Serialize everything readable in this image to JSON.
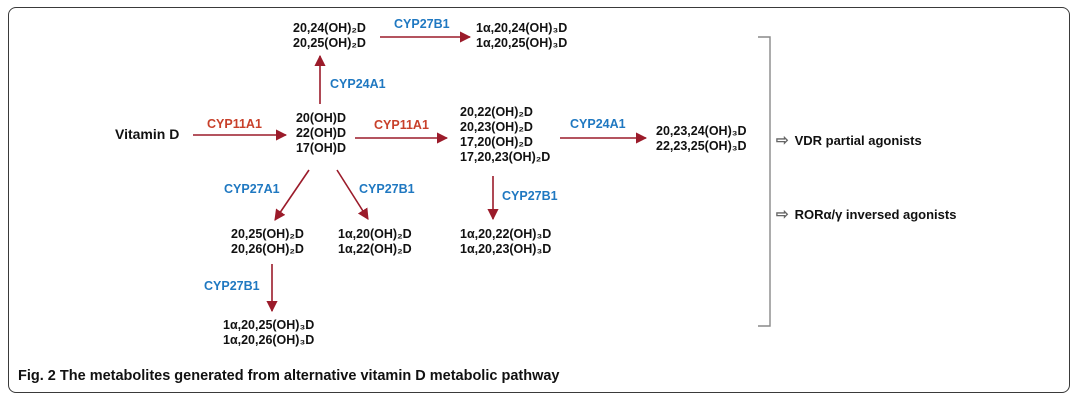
{
  "colors": {
    "arrow": "#9b1b2a",
    "cyp11a1": "#c8402a",
    "cyp_blue": "#1f78c1",
    "text": "#111111",
    "bracket": "#888888"
  },
  "start": "Vitamin D",
  "center": {
    "lines": [
      "20(OH)D",
      "22(OH)D",
      "17(OH)D"
    ]
  },
  "enzymes": {
    "start_to_center": "CYP11A1",
    "up": "CYP24A1",
    "top_right": "CYP27B1",
    "center_right": "CYP11A1",
    "right_to_far": "CYP24A1",
    "mid_down": "CYP27B1",
    "down_left": "CYP27A1",
    "down_right": "CYP27B1",
    "bottom_left": "CYP27B1"
  },
  "nodes": {
    "top": [
      "20,24(OH)₂D",
      "20,25(OH)₂D"
    ],
    "top_right": [
      "1α,20,24(OH)₃D",
      "1α,20,25(OH)₃D"
    ],
    "mid": [
      "20,22(OH)₂D",
      "20,23(OH)₂D",
      "17,20(OH)₂D",
      "17,20,23(OH)₂D"
    ],
    "far_right": [
      "20,23,24(OH)₃D",
      "22,23,25(OH)₃D"
    ],
    "mid_low": [
      "1α,20,22(OH)₃D",
      "1α,20,23(OH)₃D"
    ],
    "lower_left": [
      "20,25(OH)₂D",
      "20,26(OH)₂D"
    ],
    "lower_center": [
      "1α,20(OH)₂D",
      "1α,22(OH)₂D"
    ],
    "bottom": [
      "1α,20,25(OH)₃D",
      "1α,20,26(OH)₃D"
    ]
  },
  "annotations": [
    {
      "symbol": "⇨",
      "text": "VDR partial agonists"
    },
    {
      "symbol": "⇨",
      "text": "RORα/γ inversed agonists"
    }
  ],
  "caption": "Fig. 2 The metabolites generated from alternative vitamin D metabolic pathway"
}
